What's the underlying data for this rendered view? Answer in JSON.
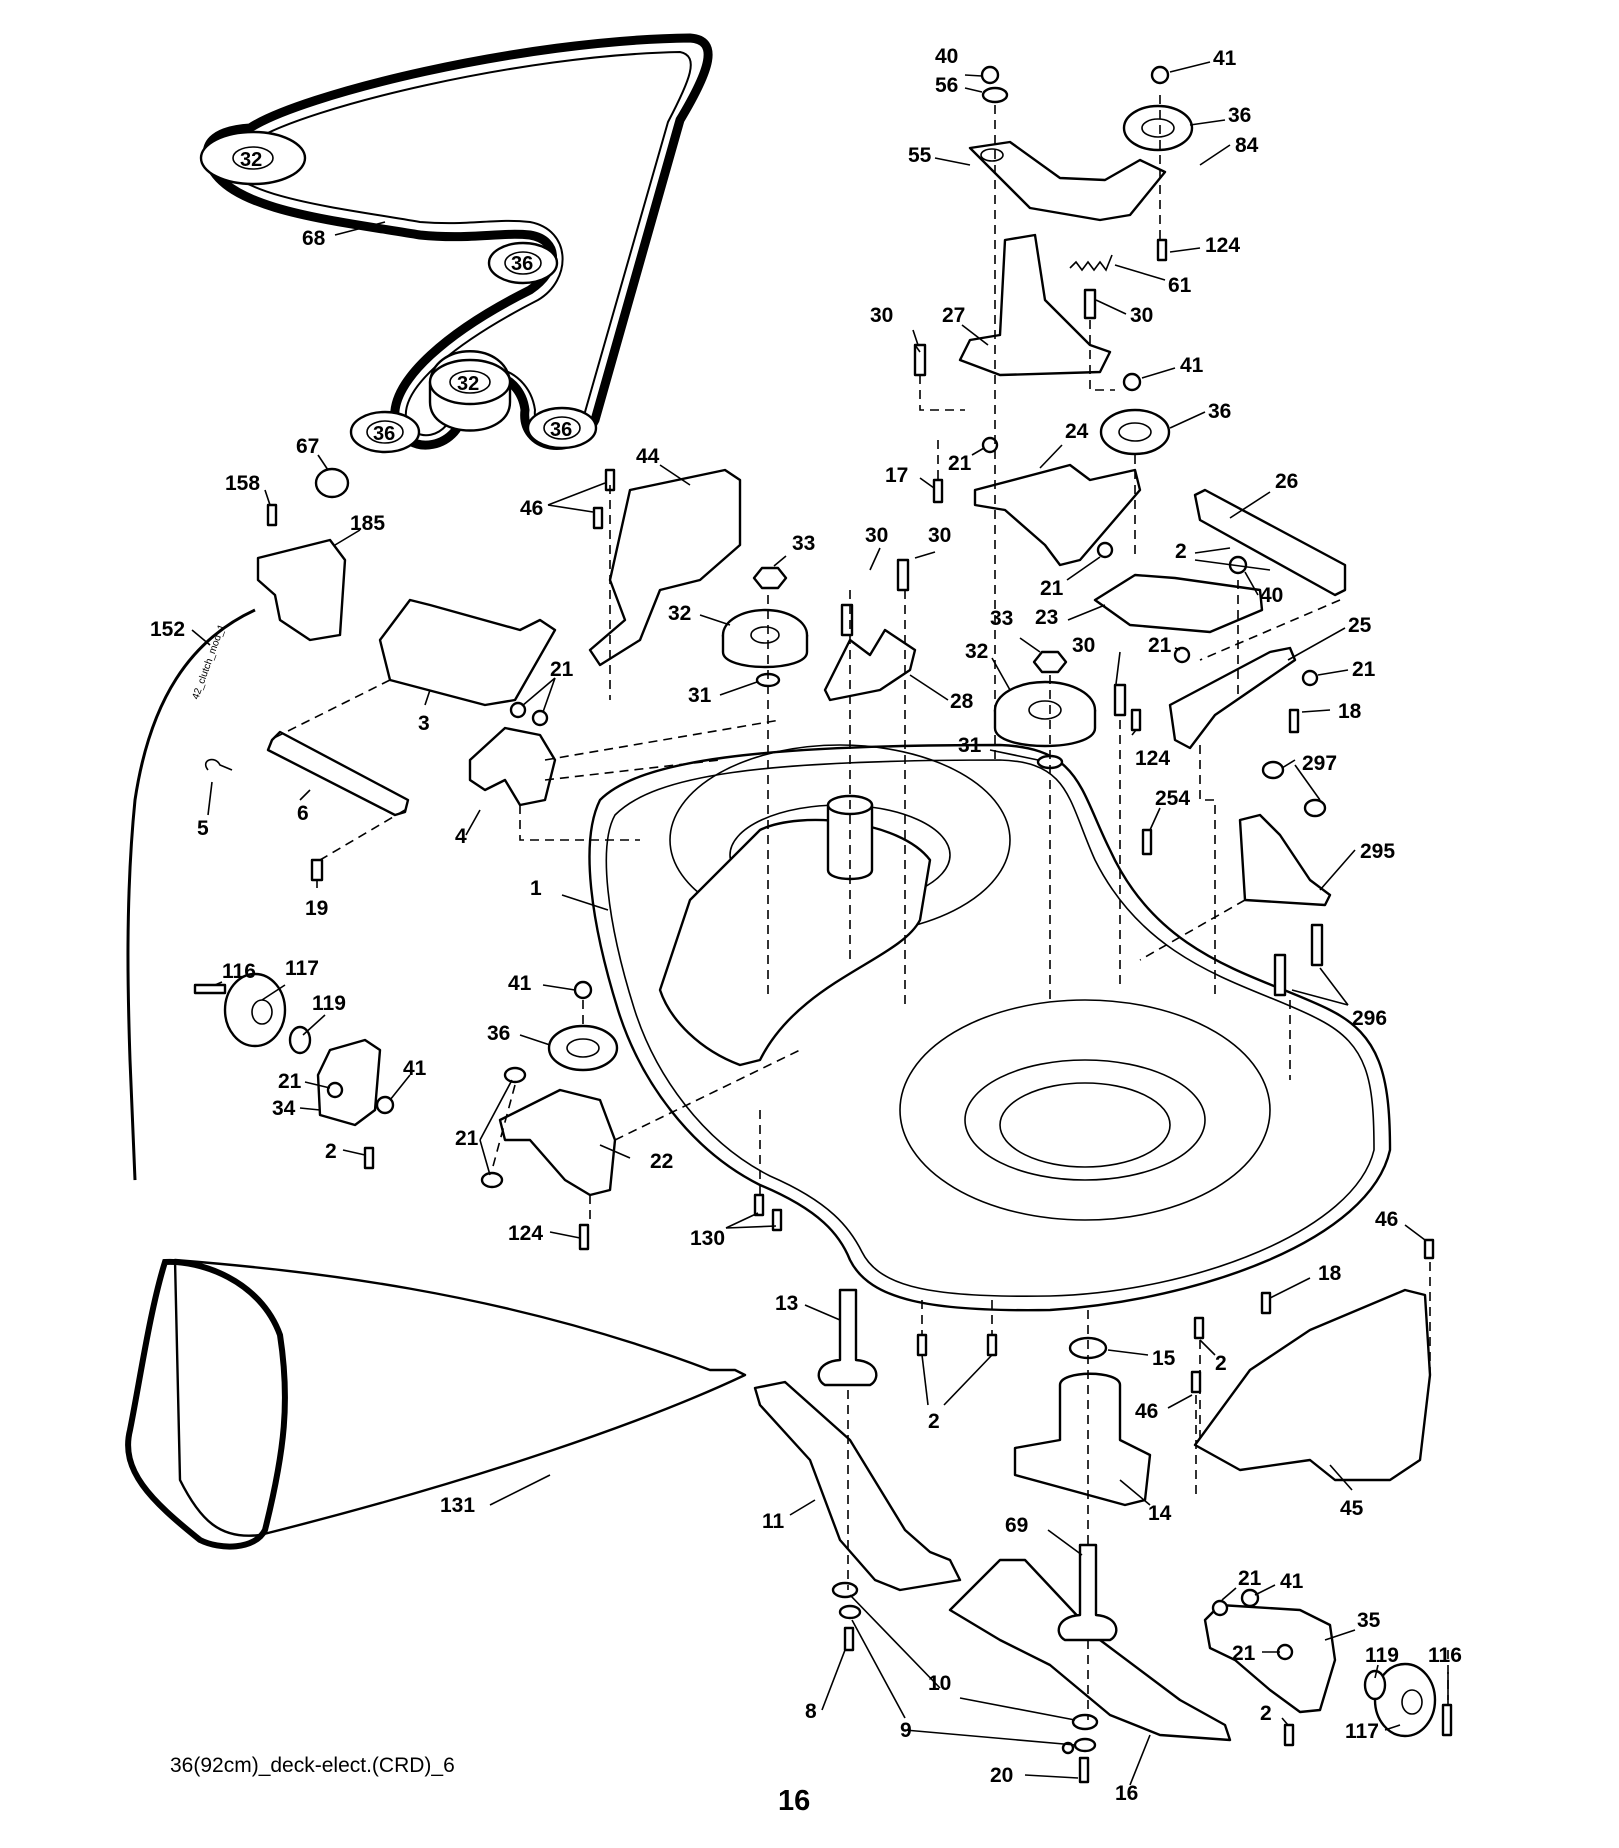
{
  "figure_id": "36(92cm)_deck-elect.(CRD)_6",
  "page_number": "16",
  "cable_marking": "42_clutch_mod_1",
  "belt_pulley_labels": {
    "p1": "32",
    "p2": "36",
    "p3": "32",
    "p4": "36",
    "p5": "36"
  },
  "callouts": [
    {
      "id": "c-40a",
      "text": "40"
    },
    {
      "id": "c-56",
      "text": "56"
    },
    {
      "id": "c-41a",
      "text": "41"
    },
    {
      "id": "c-36a",
      "text": "36"
    },
    {
      "id": "c-84",
      "text": "84"
    },
    {
      "id": "c-55",
      "text": "55"
    },
    {
      "id": "c-124a",
      "text": "124"
    },
    {
      "id": "c-61",
      "text": "61"
    },
    {
      "id": "c-30a",
      "text": "30"
    },
    {
      "id": "c-27",
      "text": "27"
    },
    {
      "id": "c-30b",
      "text": "30"
    },
    {
      "id": "c-41b",
      "text": "41"
    },
    {
      "id": "c-36b",
      "text": "36"
    },
    {
      "id": "c-24",
      "text": "24"
    },
    {
      "id": "c-21a",
      "text": "21"
    },
    {
      "id": "c-17",
      "text": "17"
    },
    {
      "id": "c-26",
      "text": "26"
    },
    {
      "id": "c-2a",
      "text": "2"
    },
    {
      "id": "c-21b",
      "text": "21"
    },
    {
      "id": "c-40b",
      "text": "40"
    },
    {
      "id": "c-23",
      "text": "23"
    },
    {
      "id": "c-25",
      "text": "25"
    },
    {
      "id": "c-21c",
      "text": "21"
    },
    {
      "id": "c-21d",
      "text": "21"
    },
    {
      "id": "c-18a",
      "text": "18"
    },
    {
      "id": "c-30c",
      "text": "30"
    },
    {
      "id": "c-30d",
      "text": "30"
    },
    {
      "id": "c-30e",
      "text": "30"
    },
    {
      "id": "c-33a",
      "text": "33"
    },
    {
      "id": "c-32a",
      "text": "32"
    },
    {
      "id": "c-31a",
      "text": "31"
    },
    {
      "id": "c-28",
      "text": "28"
    },
    {
      "id": "c-33b",
      "text": "33"
    },
    {
      "id": "c-32b",
      "text": "32"
    },
    {
      "id": "c-31b",
      "text": "31"
    },
    {
      "id": "c-124b",
      "text": "124"
    },
    {
      "id": "c-297",
      "text": "297"
    },
    {
      "id": "c-254",
      "text": "254"
    },
    {
      "id": "c-295",
      "text": "295"
    },
    {
      "id": "c-296",
      "text": "296"
    },
    {
      "id": "c-68",
      "text": "68"
    },
    {
      "id": "c-67",
      "text": "67"
    },
    {
      "id": "c-44",
      "text": "44"
    },
    {
      "id": "c-46a",
      "text": "46"
    },
    {
      "id": "c-158",
      "text": "158"
    },
    {
      "id": "c-185",
      "text": "185"
    },
    {
      "id": "c-152",
      "text": "152"
    },
    {
      "id": "c-3",
      "text": "3"
    },
    {
      "id": "c-21e",
      "text": "21"
    },
    {
      "id": "c-5",
      "text": "5"
    },
    {
      "id": "c-6",
      "text": "6"
    },
    {
      "id": "c-4",
      "text": "4"
    },
    {
      "id": "c-19",
      "text": "19"
    },
    {
      "id": "c-1",
      "text": "1"
    },
    {
      "id": "c-116a",
      "text": "116"
    },
    {
      "id": "c-117a",
      "text": "117"
    },
    {
      "id": "c-119a",
      "text": "119"
    },
    {
      "id": "c-21f",
      "text": "21"
    },
    {
      "id": "c-41c",
      "text": "41"
    },
    {
      "id": "c-34",
      "text": "34"
    },
    {
      "id": "c-2b",
      "text": "2"
    },
    {
      "id": "c-41d",
      "text": "41"
    },
    {
      "id": "c-36c",
      "text": "36"
    },
    {
      "id": "c-21g",
      "text": "21"
    },
    {
      "id": "c-22",
      "text": "22"
    },
    {
      "id": "c-124c",
      "text": "124"
    },
    {
      "id": "c-130",
      "text": "130"
    },
    {
      "id": "c-46b",
      "text": "46"
    },
    {
      "id": "c-18b",
      "text": "18"
    },
    {
      "id": "c-13",
      "text": "13"
    },
    {
      "id": "c-15",
      "text": "15"
    },
    {
      "id": "c-2c",
      "text": "2"
    },
    {
      "id": "c-2d",
      "text": "2"
    },
    {
      "id": "c-46c",
      "text": "46"
    },
    {
      "id": "c-14",
      "text": "14"
    },
    {
      "id": "c-45",
      "text": "45"
    },
    {
      "id": "c-131",
      "text": "131"
    },
    {
      "id": "c-11",
      "text": "11"
    },
    {
      "id": "c-69",
      "text": "69"
    },
    {
      "id": "c-21h",
      "text": "21"
    },
    {
      "id": "c-41e",
      "text": "41"
    },
    {
      "id": "c-35",
      "text": "35"
    },
    {
      "id": "c-21i",
      "text": "21"
    },
    {
      "id": "c-119b",
      "text": "119"
    },
    {
      "id": "c-116b",
      "text": "116"
    },
    {
      "id": "c-8",
      "text": "8"
    },
    {
      "id": "c-9",
      "text": "9"
    },
    {
      "id": "c-10",
      "text": "10"
    },
    {
      "id": "c-2e",
      "text": "2"
    },
    {
      "id": "c-117b",
      "text": "117"
    },
    {
      "id": "c-20",
      "text": "20"
    },
    {
      "id": "c-16",
      "text": "16"
    }
  ]
}
